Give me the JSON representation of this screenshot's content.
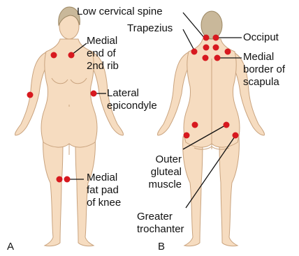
{
  "colors": {
    "skin": "#f6dcc0",
    "skin_outline": "#c9a37e",
    "hair": "#c9b89a",
    "hair_outline": "#9c8763",
    "tender_point": "#d7191f",
    "leader_line": "#111111",
    "background": "#ffffff"
  },
  "panels": {
    "a": {
      "letter": "A",
      "view": "front"
    },
    "b": {
      "letter": "B",
      "view": "back"
    }
  },
  "labels": {
    "medial_2nd_rib": [
      "Medial",
      "end of",
      "2nd rib"
    ],
    "lateral_epicondyle": [
      "Lateral",
      "epicondyle"
    ],
    "medial_fat_pad": [
      "Medial",
      "fat pad",
      "of knee"
    ],
    "low_cervical_spine": "Low cervical spine",
    "trapezius": "Trapezius",
    "occiput": "Occiput",
    "medial_border_scapula": [
      "Medial",
      "border of",
      "scapula"
    ],
    "outer_gluteal": [
      "Outer",
      "gluteal",
      "muscle"
    ],
    "greater_trochanter": [
      "Greater",
      "trochanter"
    ]
  }
}
